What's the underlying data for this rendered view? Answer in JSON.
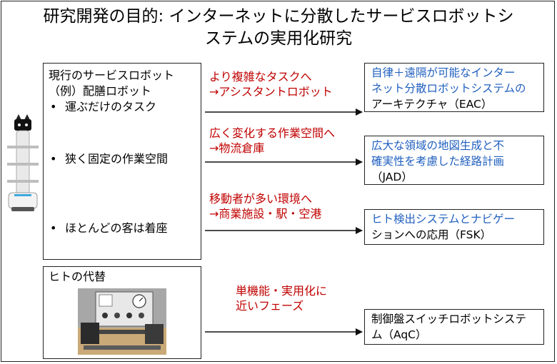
{
  "title": {
    "line1": "研究開発の目的: インターネットに分散したサービスロボットシ",
    "line2": "ステムの実用化研究"
  },
  "left": {
    "heading1": "現行のサービスロボット",
    "heading2": "（例）配膳ロボット",
    "bullets": [
      "運ぶだけのタスク",
      "狭く固定の作業空間",
      "ほとんどの客は着座"
    ],
    "box2_heading": "ヒトの代替"
  },
  "arrows": [
    {
      "line1": "より複雑なタスクへ",
      "line2": "→アシスタントロボット"
    },
    {
      "line1": "広く変化する作業空間へ",
      "line2": "→物流倉庫"
    },
    {
      "line1": "移動者が多い環境へ",
      "line2": "→商業施設・駅・空港"
    },
    {
      "line1": "単機能・実用化に",
      "line2": "近いフェーズ"
    }
  ],
  "targets": [
    {
      "line1": "自律＋遠隔が可能なインター",
      "line2": "ネット分散ロボットシステムの",
      "line3": "アーキテクチャ（EAC）"
    },
    {
      "line1": "広大な領域の地図生成と不",
      "line2": "確実性を考慮した経路計画",
      "line3": "（JAD）"
    },
    {
      "line1": "ヒト検出システムとナビゲー",
      "line2": "ションへの応用（FSK）"
    },
    {
      "line1": "制御盤スイッチロボットシステ",
      "line2": "ム（AqC）"
    }
  ],
  "colors": {
    "red": "#c00000",
    "blue": "#1f5fbf"
  },
  "bullet_symbol": "•"
}
